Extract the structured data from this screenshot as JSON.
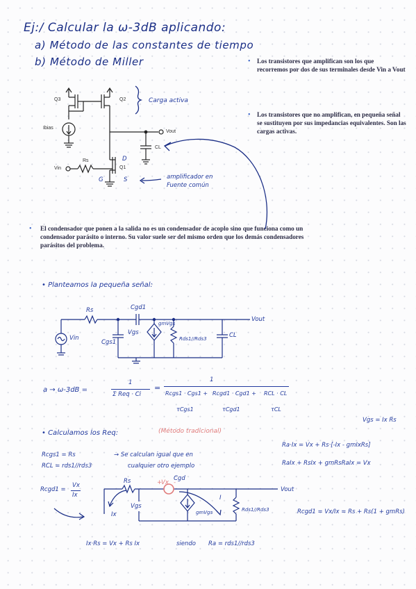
{
  "header": {
    "title": "Ej:/ Calcular la ω-3dB aplicando:",
    "method_a": "a) Método de las constantes de tiempo",
    "method_b": "b) Método de Miller"
  },
  "circuit1": {
    "q3": "Q3",
    "q2": "Q2",
    "q1": "Q1",
    "ibias": "Ibias",
    "vout": "Vout",
    "cl": "CL",
    "vin": "Vin",
    "rs": "Rs",
    "d": "D",
    "g": "G",
    "s": "S",
    "carga_activa": "Carga activa",
    "amplificador": "amplificador en",
    "fuente_comun": "Fuente común"
  },
  "notes": [
    "Los transistores que amplifican son los que recorremos por dos de sus terminales desde Vin a Vout",
    "Los transistores que no amplifican, en pequeña señal se sustituyen por sus impedancias equivalentes. Son las cargas activas.",
    "El condensador que ponen a la salida no es un condensador de acoplo sino que funciona como un condensador parásito o interno. Su valor suele ser del mismo orden que los demás condensadores parásitos del problema."
  ],
  "small_signal": {
    "heading": "• Planteamos la pequeña señal:",
    "rs": "Rs",
    "cgd": "Cgd1",
    "cgs": "Cgs1",
    "vgs": "Vgs",
    "gmvgs": "gmVgs",
    "rds": "Rds1//Rds3",
    "cl": "CL",
    "vin": "Vin",
    "vout": "Vout"
  },
  "equation_a": {
    "lhs": "a → ω-3dB =",
    "num1": "1",
    "den1": "Σ Req · Ci",
    "eq": "=",
    "num2": "1",
    "t1": "Rcgs1 · Cgs1 +",
    "t2": "Rcgd1 · Cgd1 +",
    "t3": "RCL · CL",
    "u1": "τCgs1",
    "u2": "τCgd1",
    "u3": "τCL"
  },
  "req_section": {
    "heading": "• Calculamos los Req:",
    "method": "(Método tradicional)",
    "rcgs": "Rcgs1 = Rs",
    "rcl": "RCL = rds1//rds3",
    "same": "→ Se calculan igual que en",
    "same2": "cualquier otro ejemplo",
    "rcgd_def": "Rcgd1 =",
    "frac_num": "Vx",
    "frac_den": "Ix",
    "vgs_eq": "Vgs = Ix Rs",
    "line1": "Ra·Ix = Vx + Rs·[-Ix - gmIxRs]",
    "line2": "RaIx + RsIx + gmRsRaIx = Vx",
    "result": "Rcgd1 = Vx/Ix = Rs + Rs(1 + gmRs)",
    "bottom1": "Ix·Rs = Vx + Rs Ix",
    "siendo": "siendo",
    "bottom2": "Ra = rds1//rds3"
  },
  "circuit3": {
    "rs": "Rs",
    "cgd": "Cgd",
    "vgs": "Vgs",
    "ix": "Ix",
    "i": "I",
    "gmvgs": "gmVgs",
    "rds": "Rds1//Rds3",
    "vout": "Vout",
    "plus": "+",
    "vx": "Vx",
    "minus": "-"
  },
  "colors": {
    "ink": "#1a2e86",
    "highlight": "#d9e4f4",
    "red": "#e07b7b",
    "bullet": "#3a64c8"
  }
}
